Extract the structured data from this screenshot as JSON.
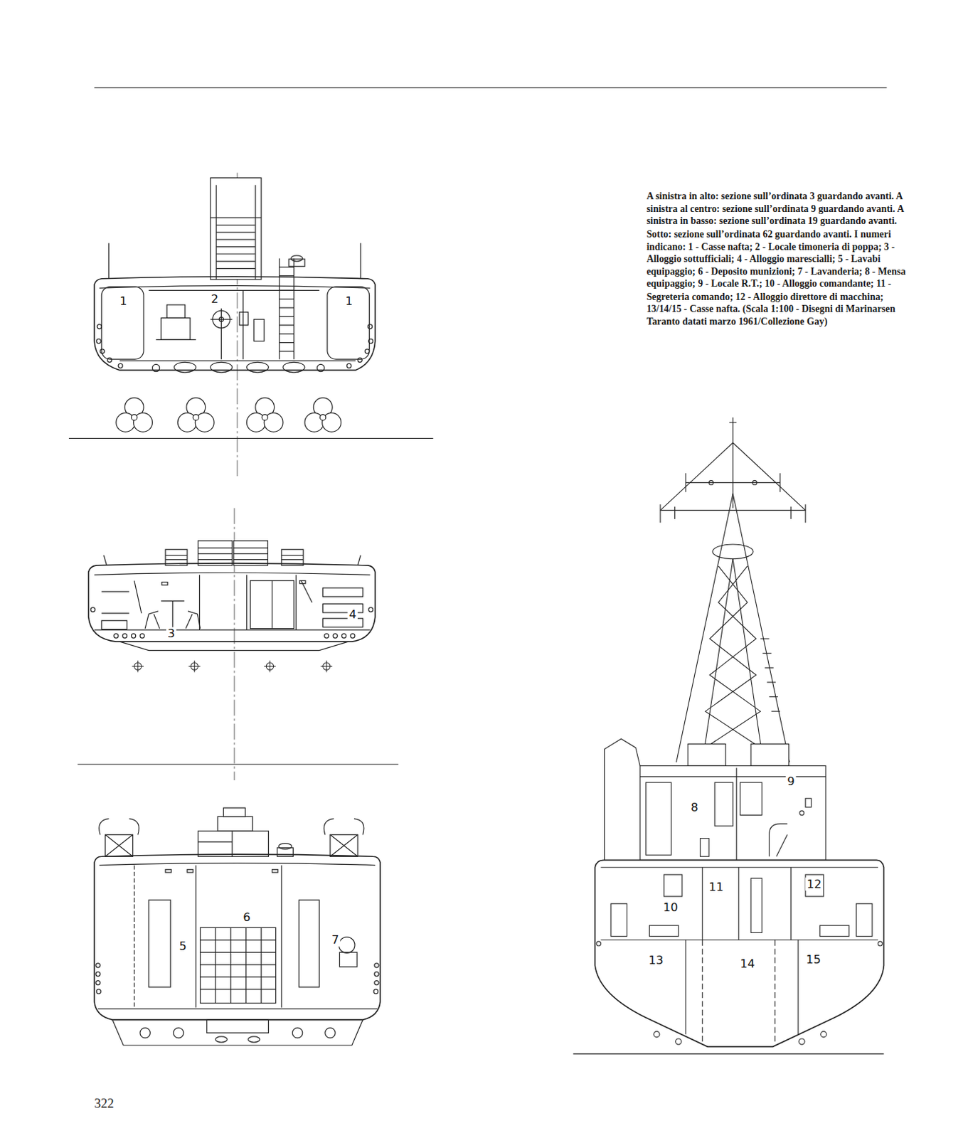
{
  "diagram": {
    "caption": "A sinistra in alto: sezione sull’ordinata 3 guardando avanti. A sinistra al centro: sezione sull’ordinata 9 guardando avanti. A sinistra in basso: sezione sull’ordinata 19 guardando avanti. Sotto: sezione sull’ordinata 62 guardando avanti. I numeri indicano: 1 - Casse nafta; 2 - Locale timoneria di poppa; 3 - Alloggio sottufficiali; 4 - Alloggio marescialli; 5 - Lavabi equipaggio; 6 - Deposito munizioni; 7 - Lavanderia; 8 - Mensa equipaggio; 9 - Locale R.T.; 10 - Alloggio comandante; 11 - Segreteria comando; 12 - Alloggio direttore di macchina; 13/14/15 - Casse nafta. (Scala 1:100 - Disegni di Marinarsen Taranto datati marzo 1961/Collezione Gay)",
    "labels": [
      "1",
      "2",
      "1",
      "3",
      "4",
      "5",
      "6",
      "7",
      "8",
      "9",
      "11",
      "12",
      "10",
      "13",
      "14",
      "15",
      "322"
    ]
  }
}
